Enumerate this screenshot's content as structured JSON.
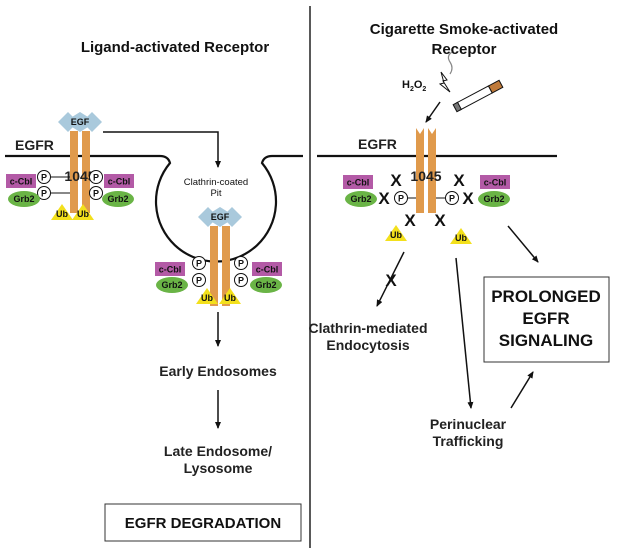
{
  "left_panel": {
    "title": "Ligand-activated Receptor",
    "ligand": "EGF",
    "receptor_label": "EGFR",
    "residue": "1045",
    "pit_label_line1": "Clathrin-coated",
    "pit_label_line2": "Pit",
    "cbl": "c-Cbl",
    "grb2": "Grb2",
    "phospho": "P",
    "ub": "Ub",
    "early": "Early Endosomes",
    "late_line1": "Late Endosome/",
    "late_line2": "Lysosome",
    "outcome": "EGFR DEGRADATION"
  },
  "right_panel": {
    "title_line1": "Cigarette Smoke-activated",
    "title_line2": "Receptor",
    "h2o2": "H",
    "h2o2_sub": "2",
    "h2o2_o": "O",
    "h2o2_sub2": "2",
    "receptor_label": "EGFR",
    "residue": "1045",
    "cbl": "c-Cbl",
    "grb2": "Grb2",
    "phospho": "P",
    "ub": "Ub",
    "block": "X",
    "endo_line1": "Clathrin-mediated",
    "endo_line2": "Endocytosis",
    "traffic_line1": "Perinuclear",
    "traffic_line2": "Trafficking",
    "outcome_line1": "PROLONGED",
    "outcome_line2": "EGFR",
    "outcome_line3": "SIGNALING"
  },
  "colors": {
    "receptor": "#e09a4c",
    "ligand": "#a9c9dc",
    "cbl": "#b35aa6",
    "grb2": "#6ab446",
    "ub": "#f3e01c"
  }
}
